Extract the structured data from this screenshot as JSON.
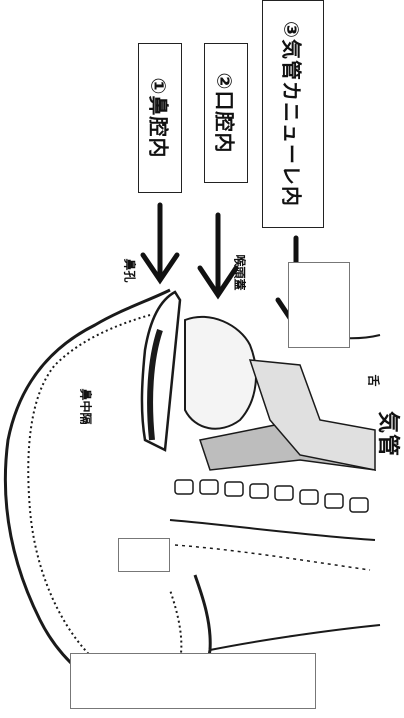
{
  "labels": {
    "nasal_cavity": "①鼻腔内",
    "oral_cavity": "②口腔内",
    "tracheal_cannula": "③気管カニューレ内"
  },
  "structures": {
    "nostril": "鼻孔",
    "nasal_septum": "鼻中隔",
    "tongue": "舌",
    "epiglottis": "喉頭蓋",
    "trachea": "気管"
  },
  "colors": {
    "ink": "#1a1a1a",
    "arrow": "#111111",
    "shade": "#bdbdbd"
  }
}
